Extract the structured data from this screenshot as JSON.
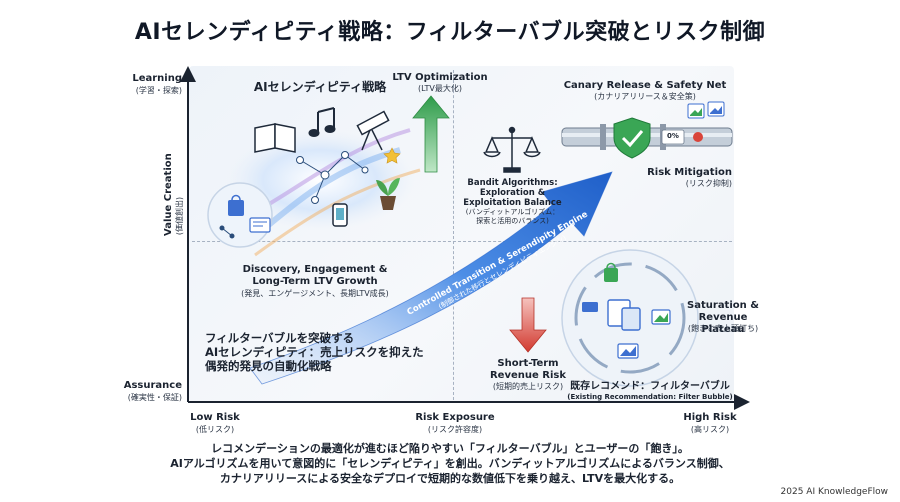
{
  "title": "AIセレンディピティ戦略：フィルターバブル突破とリスク制御",
  "axes": {
    "y_title": "Value Creation",
    "y_title_jp": "(価値創出)",
    "y_top": "Learning",
    "y_top_jp": "(学習・探索)",
    "y_bottom": "Assurance",
    "y_bottom_jp": "(確実性・保証)",
    "x_left": "Low Risk",
    "x_left_jp": "(低リスク)",
    "x_center": "Risk Exposure",
    "x_center_jp": "(リスク許容度)",
    "x_right": "High Risk",
    "x_right_jp": "(高リスク)"
  },
  "quadrants": {
    "serendipity_title": "AIセレンディピティ戦略",
    "discovery_l1": "Discovery, Engagement &",
    "discovery_l2": "Long-Term LTV Growth",
    "discovery_jp": "(発見、エンゲージメント、長期LTV成長)",
    "ltv_title": "LTV Optimization",
    "ltv_jp": "(LTV最大化)",
    "canary_title": "Canary Release & Safety Net",
    "canary_jp": "(カナリアリリース＆安全策)",
    "canary_percent": "0%",
    "risk_mit_title": "Risk Mitigation",
    "risk_mit_jp": "(リスク抑制)",
    "bandit_l1": "Bandit Algorithms:",
    "bandit_l2": "Exploration &",
    "bandit_l3": "Exploitation Balance",
    "bandit_jp1": "(バンディットアルゴリズム：",
    "bandit_jp2": "探索と活用のバランス)",
    "saturation_l1": "Saturation &",
    "saturation_l2": "Revenue Plateau",
    "saturation_jp": "(飽きと売上頭打ち)",
    "short_term_l1": "Short-Term",
    "short_term_l2": "Revenue Risk",
    "short_term_jp": "(短期的売上リスク)",
    "existing_title": "既存レコメンド：フィルターバブル",
    "existing_en": "(Existing Recommendation: Filter Bubble)",
    "strategy_l1": "フィルターバブルを突破する",
    "strategy_l2": "AIセレンディピティ：売上リスクを抑えた",
    "strategy_l3": "偶発的発見の自動化戦略"
  },
  "engine": {
    "label_en": "Controlled Transition & Serendipity Engine",
    "label_jp": "(制御された移行とセレンディピティエンジン)"
  },
  "caption": {
    "line1": "レコメンデーションの最適化が進むほど陥りやすい「フィルターバブル」とユーザーの「飽き」。",
    "line2": "AIアルゴリズムを用いて意図的に「セレンディピティ」を創出。バンディットアルゴリズムによるバランス制御、",
    "line3": "カナリアリリースによる安全なデプロイで短期的な数値低下を乗り越え、LTVを最大化する。"
  },
  "footer": "2025 AI KnowledgeFlow",
  "colors": {
    "accent_blue": "#2f6fd1",
    "green": "#3aa655",
    "red": "#d9443a",
    "panel": "#f2f5f9"
  }
}
